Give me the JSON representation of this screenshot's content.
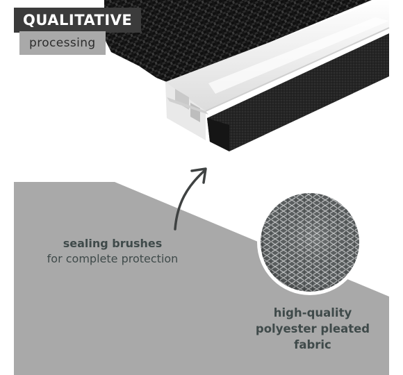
{
  "header": {
    "title": "QUALITATIVE",
    "subtitle": "processing"
  },
  "callouts": {
    "sealing": {
      "title": "sealing brushes",
      "description": "for complete protection"
    },
    "fabric": {
      "line1": "high-quality",
      "line2": "polyester pleated",
      "line3": "fabric"
    }
  },
  "colors": {
    "background": "#ffffff",
    "panel": "#a9a9a9",
    "badge_dark": "#3b3b3b",
    "badge_light": "#a9a9a9",
    "text": "#3f4a4a",
    "mesh": "#1f1f1f",
    "profile": "#f2f2f2",
    "brush": "#262626"
  },
  "icons": {
    "arrow": "curved-arrow-icon",
    "magnifier": "fabric-closeup-circle"
  }
}
